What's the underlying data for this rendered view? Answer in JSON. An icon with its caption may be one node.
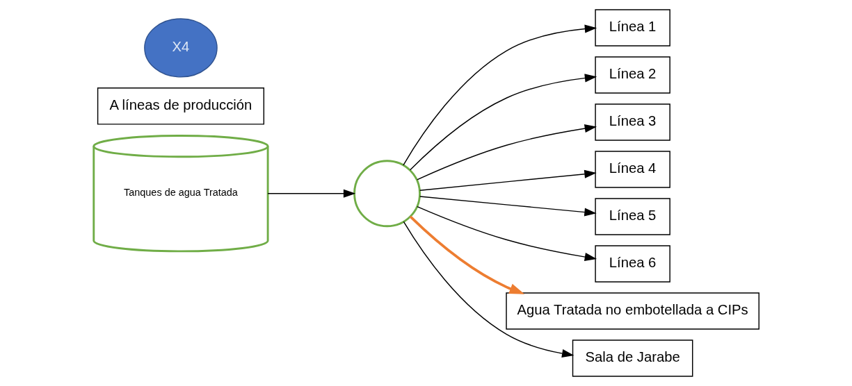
{
  "diagram": {
    "nodes": [
      {
        "text": [
          "Tanques de agua Tratada"
        ]
      },
      {
        "text": [
          "A líneas de producción"
        ]
      },
      {
        "text": [],
        "shape": "circle"
      },
      {
        "text": [
          "Línea 1"
        ]
      },
      {
        "text": [
          "Línea 2"
        ]
      },
      {
        "text": [
          "Línea 3"
        ]
      },
      {
        "text": [
          "Línea 4"
        ]
      },
      {
        "text": [
          "Línea 5"
        ]
      },
      {
        "text": [
          "Línea 6"
        ]
      },
      {
        "text": [
          "Agua Tratada no embotellada a CIPs"
        ]
      },
      {
        "text": [
          "X4"
        ]
      },
      {
        "text": [
          "Sala de Jarabe"
        ]
      }
    ],
    "edges": [
      {
        "from": 0,
        "to": 2,
        "arrow": "to"
      },
      {
        "from": 2,
        "to": 3,
        "arrow": "to"
      },
      {
        "from": 2,
        "to": 4,
        "arrow": "to"
      },
      {
        "from": 2,
        "to": 5,
        "arrow": "to"
      },
      {
        "from": 2,
        "to": 6,
        "arrow": "to"
      },
      {
        "from": 2,
        "to": 7,
        "arrow": "to"
      },
      {
        "from": 2,
        "to": 8,
        "arrow": "to"
      },
      {
        "from": 2,
        "to": 9,
        "arrow": "to",
        "color": "#ed7d31",
        "style": "thick"
      },
      {
        "from": 2,
        "to": 11,
        "arrow": "to"
      }
    ]
  }
}
